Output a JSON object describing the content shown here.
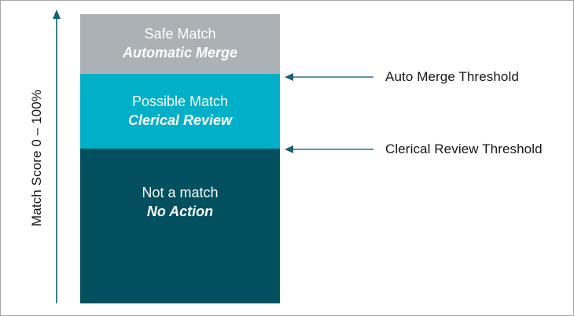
{
  "axis": {
    "label": "Match Score 0 – 100%",
    "arrow_icon": "up-arrow-icon",
    "color": "#3e7f8d"
  },
  "bands": [
    {
      "id": "safe-match",
      "line1": "Safe Match",
      "line2": "Automatic Merge",
      "color": "#abb1b4"
    },
    {
      "id": "possible-match",
      "line1": "Possible Match",
      "line2": "Clerical Review",
      "color": "#00afc8"
    },
    {
      "id": "not-a-match",
      "line1": "Not a match",
      "line2": "No Action",
      "color": "#02505f"
    }
  ],
  "thresholds": [
    {
      "id": "auto-merge",
      "label": "Auto Merge Threshold",
      "arrow_icon": "left-arrow-icon",
      "color": "#2f7383"
    },
    {
      "id": "clerical-review",
      "label": "Clerical Review Threshold",
      "arrow_icon": "left-arrow-icon",
      "color": "#2f7383"
    }
  ],
  "frame": {
    "border_color": "#a6a6a6",
    "background": "#ffffff"
  }
}
